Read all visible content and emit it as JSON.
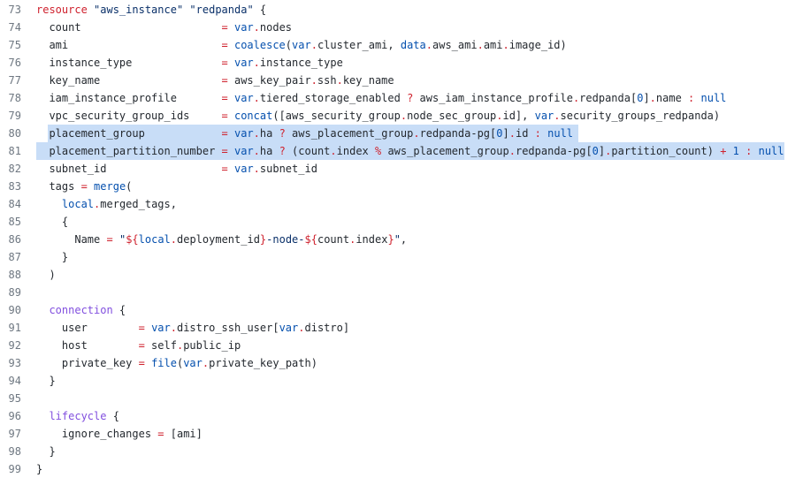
{
  "editor": {
    "language": "terraform",
    "highlight_color": "#c8ddf7",
    "highlighted_lines": [
      80,
      81
    ],
    "lines": [
      {
        "n": "73",
        "text": "resource \"aws_instance\" \"redpanda\" {"
      },
      {
        "n": "74",
        "text": "  count                      = var.nodes"
      },
      {
        "n": "75",
        "text": "  ami                        = coalesce(var.cluster_ami, data.aws_ami.ami.image_id)"
      },
      {
        "n": "76",
        "text": "  instance_type              = var.instance_type"
      },
      {
        "n": "77",
        "text": "  key_name                   = aws_key_pair.ssh.key_name"
      },
      {
        "n": "78",
        "text": "  iam_instance_profile       = var.tiered_storage_enabled ? aws_iam_instance_profile.redpanda[0].name : null"
      },
      {
        "n": "79",
        "text": "  vpc_security_group_ids     = concat([aws_security_group.node_sec_group.id], var.security_groups_redpanda)"
      },
      {
        "n": "80",
        "text": "  placement_group            = var.ha ? aws_placement_group.redpanda-pg[0].id : null"
      },
      {
        "n": "81",
        "text": "  placement_partition_number = var.ha ? (count.index % aws_placement_group.redpanda-pg[0].partition_count) + 1 : null"
      },
      {
        "n": "82",
        "text": "  subnet_id                  = var.subnet_id"
      },
      {
        "n": "83",
        "text": "  tags = merge("
      },
      {
        "n": "84",
        "text": "    local.merged_tags,"
      },
      {
        "n": "85",
        "text": "    {"
      },
      {
        "n": "86",
        "text": "      Name = \"${local.deployment_id}-node-${count.index}\","
      },
      {
        "n": "87",
        "text": "    }"
      },
      {
        "n": "88",
        "text": "  )"
      },
      {
        "n": "89",
        "text": ""
      },
      {
        "n": "90",
        "text": "  connection {"
      },
      {
        "n": "91",
        "text": "    user        = var.distro_ssh_user[var.distro]"
      },
      {
        "n": "92",
        "text": "    host        = self.public_ip"
      },
      {
        "n": "93",
        "text": "    private_key = file(var.private_key_path)"
      },
      {
        "n": "94",
        "text": "  }"
      },
      {
        "n": "95",
        "text": ""
      },
      {
        "n": "96",
        "text": "  lifecycle {"
      },
      {
        "n": "97",
        "text": "    ignore_changes = [ami]"
      },
      {
        "n": "98",
        "text": "  }"
      },
      {
        "n": "99",
        "text": "}"
      }
    ]
  }
}
